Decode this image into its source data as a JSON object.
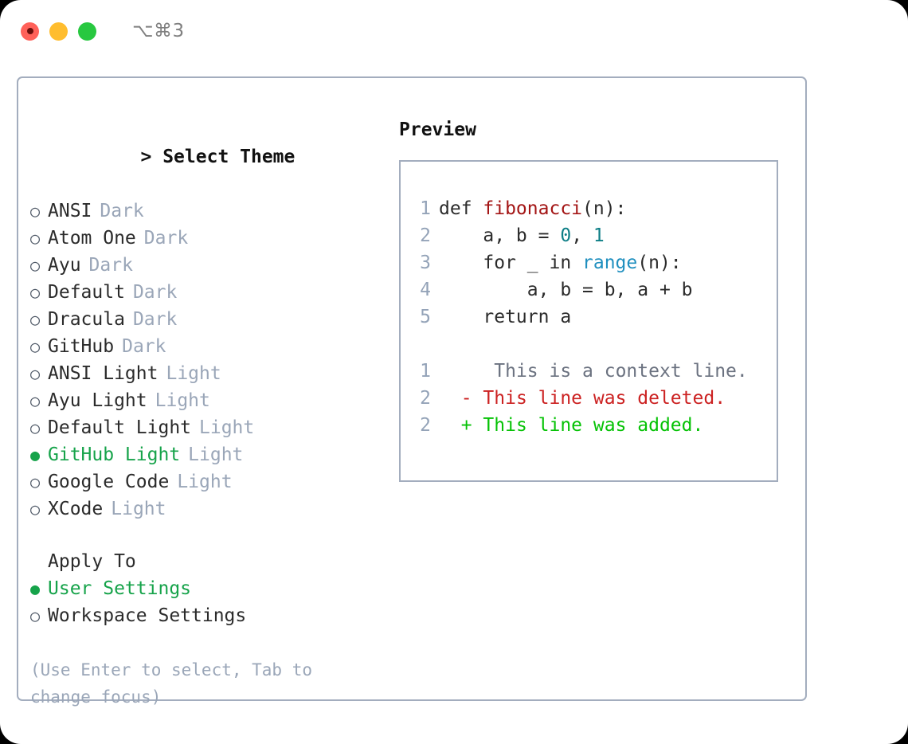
{
  "window": {
    "shortcut": "⌥⌘3",
    "traffic_lights": [
      "close",
      "minimize",
      "zoom"
    ],
    "colors": {
      "close": "#ff6159",
      "minimize": "#ffbd2e",
      "zoom": "#28c840",
      "border": "#a3adbe",
      "accent_green": "#16a34a",
      "muted": "#9aa6b8"
    }
  },
  "theme_picker": {
    "title": "Select Theme",
    "caret": ">",
    "marker_unselected": "○",
    "marker_selected": "●",
    "items": [
      {
        "label": "ANSI",
        "tag": "Dark",
        "selected": false
      },
      {
        "label": "Atom One",
        "tag": "Dark",
        "selected": false
      },
      {
        "label": "Ayu",
        "tag": "Dark",
        "selected": false
      },
      {
        "label": "Default",
        "tag": "Dark",
        "selected": false
      },
      {
        "label": "Dracula",
        "tag": "Dark",
        "selected": false
      },
      {
        "label": "GitHub",
        "tag": "Dark",
        "selected": false
      },
      {
        "label": "ANSI Light",
        "tag": "Light",
        "selected": false
      },
      {
        "label": "Ayu Light",
        "tag": "Light",
        "selected": false
      },
      {
        "label": "Default Light",
        "tag": "Light",
        "selected": false
      },
      {
        "label": "GitHub Light",
        "tag": "Light",
        "selected": true
      },
      {
        "label": "Google Code",
        "tag": "Light",
        "selected": false
      },
      {
        "label": "XCode",
        "tag": "Light",
        "selected": false
      }
    ]
  },
  "apply_to": {
    "title": "Apply To",
    "items": [
      {
        "label": "User Settings",
        "selected": true
      },
      {
        "label": "Workspace Settings",
        "selected": false
      }
    ]
  },
  "hint": "(Use Enter to select, Tab to change focus)",
  "preview": {
    "title": "Preview",
    "code_lines": [
      {
        "no": "1",
        "tokens": [
          {
            "text": "def ",
            "type": "plain"
          },
          {
            "text": "fibonacci",
            "type": "fn"
          },
          {
            "text": "(n):",
            "type": "plain"
          }
        ]
      },
      {
        "no": "2",
        "tokens": [
          {
            "text": "    a, b = ",
            "type": "plain"
          },
          {
            "text": "0",
            "type": "num"
          },
          {
            "text": ", ",
            "type": "plain"
          },
          {
            "text": "1",
            "type": "num"
          }
        ]
      },
      {
        "no": "3",
        "tokens": [
          {
            "text": "    for _ in ",
            "type": "plain"
          },
          {
            "text": "range",
            "type": "call"
          },
          {
            "text": "(n):",
            "type": "plain"
          }
        ]
      },
      {
        "no": "4",
        "tokens": [
          {
            "text": "        a, b = b, a + b",
            "type": "plain"
          }
        ]
      },
      {
        "no": "5",
        "tokens": [
          {
            "text": "    return a",
            "type": "plain"
          }
        ]
      }
    ],
    "diff_lines": [
      {
        "no": "1",
        "marker": " ",
        "text": "  This is a context line.",
        "kind": "ctx"
      },
      {
        "no": "2",
        "marker": "-",
        "text": " This line was deleted.",
        "kind": "del"
      },
      {
        "no": "2",
        "marker": "+",
        "text": " This line was added.",
        "kind": "add"
      }
    ]
  }
}
